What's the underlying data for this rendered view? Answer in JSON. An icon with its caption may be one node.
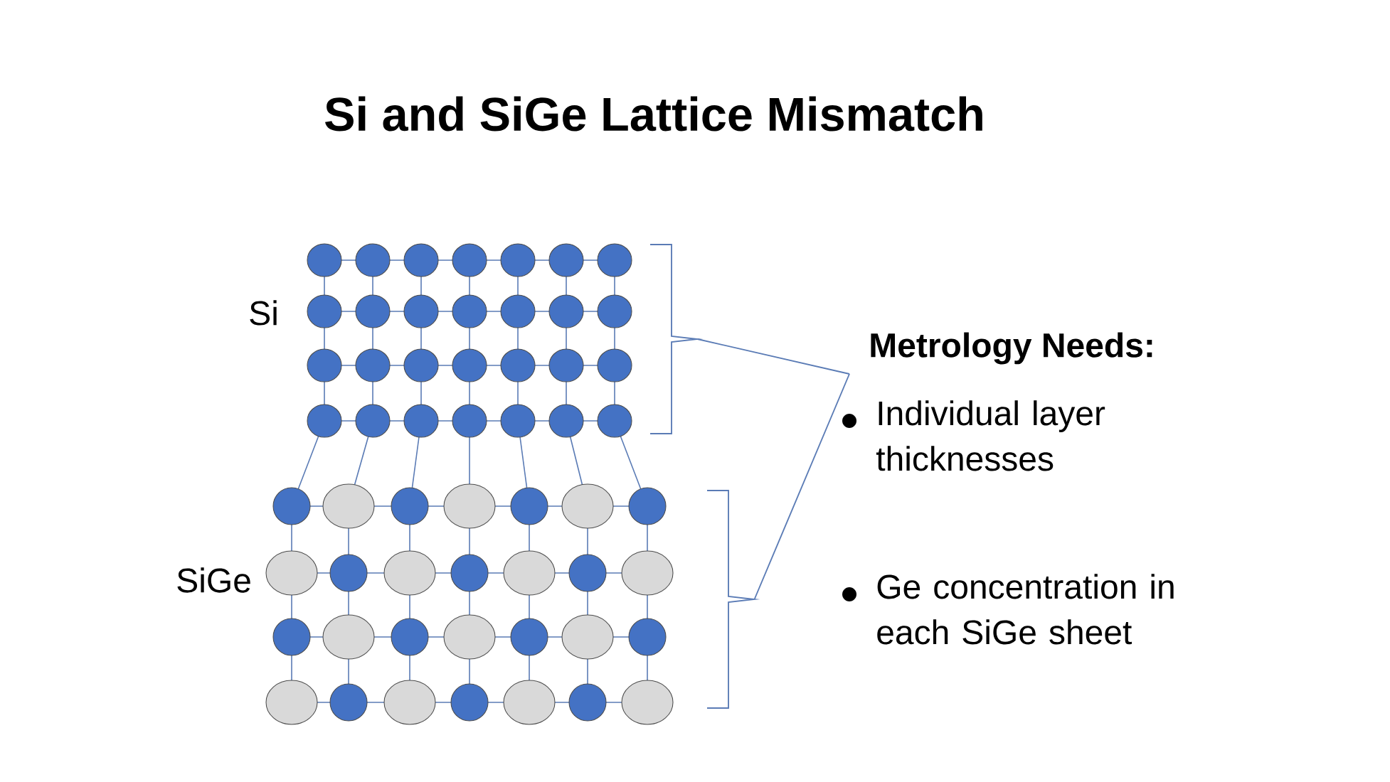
{
  "diagram": {
    "title": "Si and SiGe Lattice Mismatch",
    "nodes": [
      {
        "text": [
          "Individual layer thicknesses"
        ]
      },
      {
        "text": [],
        "shape": "bracket"
      },
      {
        "text": [],
        "shape": "bracket"
      }
    ],
    "edges": [
      {
        "from": 1,
        "to": 0,
        "arrow": "none"
      },
      {
        "from": 2,
        "to": 0,
        "arrow": "none"
      }
    ],
    "labels": [
      "Si",
      "SiGe",
      "Metrology Needs:",
      "Ge concentration in each SiGe sheet"
    ]
  }
}
